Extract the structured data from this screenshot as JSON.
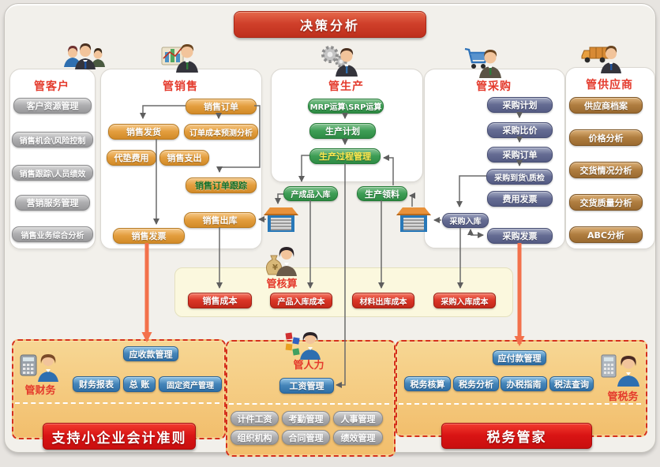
{
  "top_banner": "决策分析",
  "customer": {
    "title": "管客户",
    "items": [
      "客户资源管理",
      "销售机会\\风险控制",
      "销售跟踪\\人员绩效",
      "营销服务管理",
      "销售业务综合分析"
    ]
  },
  "sales": {
    "title": "管销售",
    "order": "销售订单",
    "delivery": "销售发货",
    "forecast": "订单成本预测分析",
    "advance_fee": "代垫费用",
    "expense": "销售支出",
    "order_tracking": "销售订单跟踪",
    "outbound": "销售出库",
    "invoice": "销售发票"
  },
  "production": {
    "title": "管生产",
    "mrp": "MRP运算\\SRP运算",
    "plan": "生产计划",
    "process": "生产过程管理",
    "finished_inbound": "产成品入库",
    "material_picking": "生产领料"
  },
  "purchase": {
    "title": "管采购",
    "plan": "采购计划",
    "price_compare": "采购比价",
    "order": "采购订单",
    "arrival_qc": "采购到货\\质检",
    "fee_invoice": "费用发票",
    "inbound": "采购入库",
    "invoice": "采购发票"
  },
  "supplier": {
    "title": "管供应商",
    "items": [
      "供应商档案",
      "价格分析",
      "交货情况分析",
      "交货质量分析",
      "ABC分析"
    ]
  },
  "accounting": {
    "title": "管核算",
    "items": [
      "销售成本",
      "产品入库成本",
      "材料出库成本",
      "采购入库成本"
    ]
  },
  "finance": {
    "title": "管财务",
    "receivable": "应收款管理",
    "items": [
      "财务报表",
      "总 账",
      "固定资产管理"
    ],
    "banner": "支持小企业会计准则"
  },
  "hr": {
    "title": "管人力",
    "salary": "工资管理",
    "items": [
      "计件工资",
      "考勤管理",
      "人事管理",
      "组织机构",
      "合同管理",
      "绩效管理"
    ]
  },
  "tax": {
    "title": "管税务",
    "payable": "应付款管理",
    "items": [
      "税务核算",
      "税务分析",
      "办税指南",
      "税法查询"
    ],
    "banner": "税务管家"
  },
  "icons": {
    "customer": "people-group-icon",
    "sales": "chart-person-icon",
    "production": "gears-person-icon",
    "purchase": "cart-person-icon",
    "supplier": "truck-person-icon",
    "accounting": "moneybag-person-icon",
    "finance": "calculator-person-icon",
    "hr": "puzzle-person-icon",
    "tax": "calculator-person-icon",
    "warehouse": "warehouse-icon"
  },
  "colors": {
    "accent_red": "#D5301C",
    "banner_red": "#D91414",
    "title_red": "#E43A2C",
    "orange_button": "#E39E3E",
    "green_button": "#3E9E56",
    "slate_button": "#656C93",
    "brown_button": "#B07E40",
    "gray_button": "#AEAEB0",
    "cost_button_red": "#DA3526",
    "blue_button": "#4585B9",
    "bottom_panel_orange": "#F2BE6C",
    "accounting_cream": "#FBF8DE",
    "flow_line_gray": "#6A6A6A",
    "invoice_flow_orange": "#F3714B",
    "warehouse_blue": "#2878B8"
  }
}
